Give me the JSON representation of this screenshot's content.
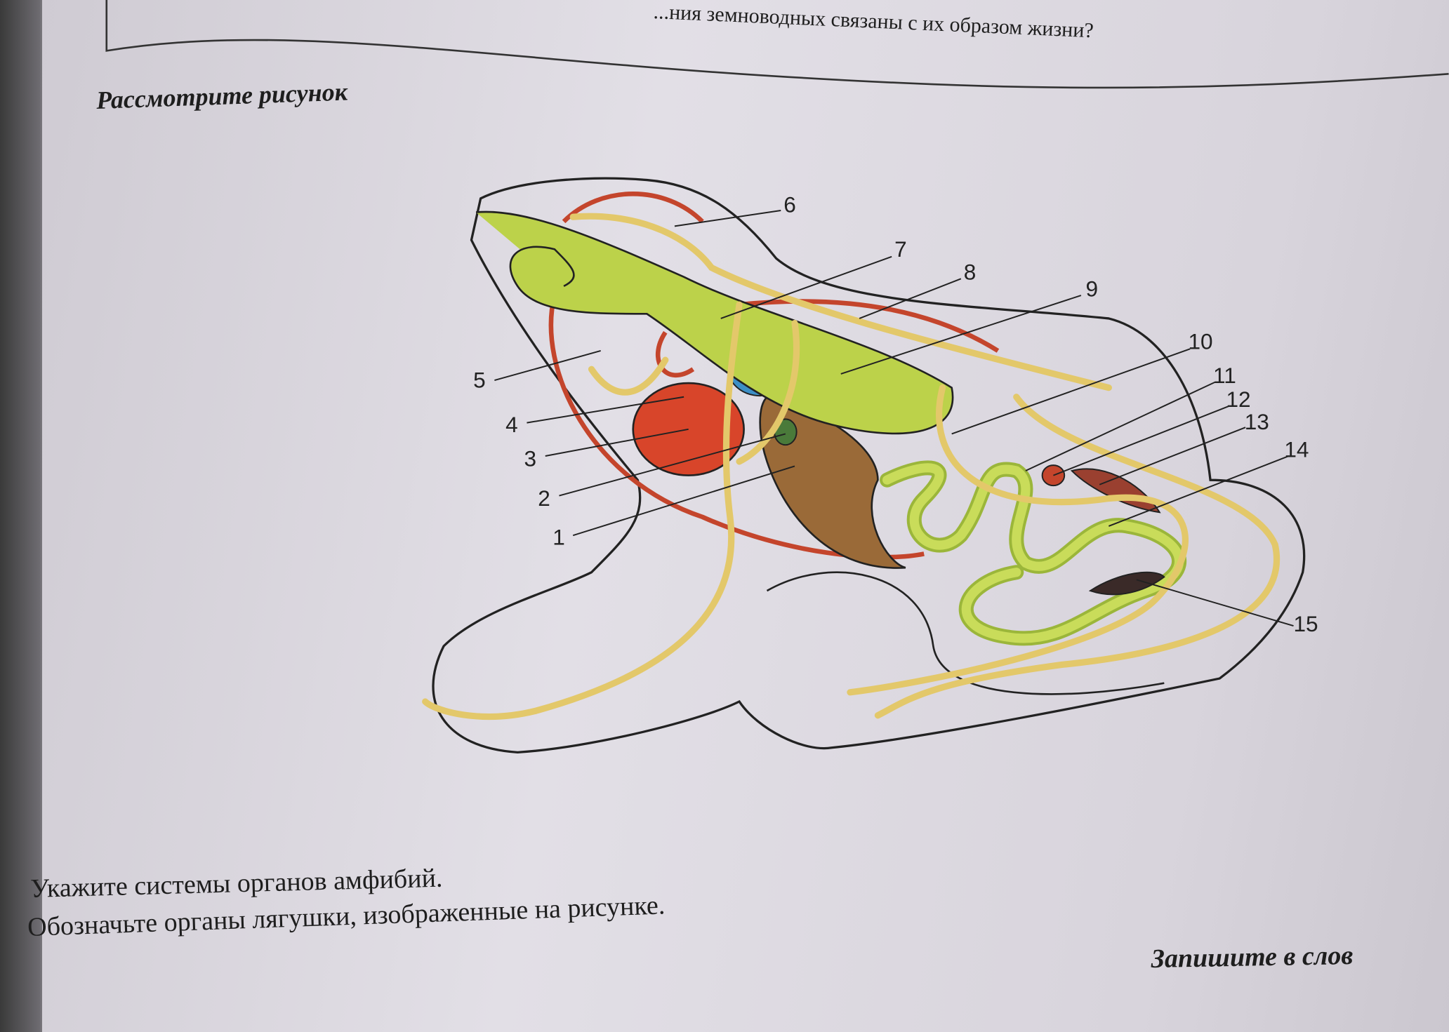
{
  "header": {
    "question_fragment": "...ния земноводных связаны с их образом жизни?"
  },
  "section_title": "Рассмотрите рисунок",
  "figure": {
    "labels": [
      "1",
      "2",
      "3",
      "4",
      "5",
      "6",
      "7",
      "8",
      "9",
      "10",
      "11",
      "12",
      "13",
      "14",
      "15"
    ]
  },
  "tasks": [
    "Укажите системы органов амфибий.",
    "Обозначьте органы лягушки, изображенные на рисунке."
  ],
  "footer_instruction": "Запишите в слов",
  "colors": {
    "nerve": "#e3c86a",
    "organ_green": "#bcd24a",
    "vessel": "#c4452c",
    "heart": "#d8452a",
    "liver": "#9a6a38",
    "lung_blue": "#3d8fc6"
  }
}
